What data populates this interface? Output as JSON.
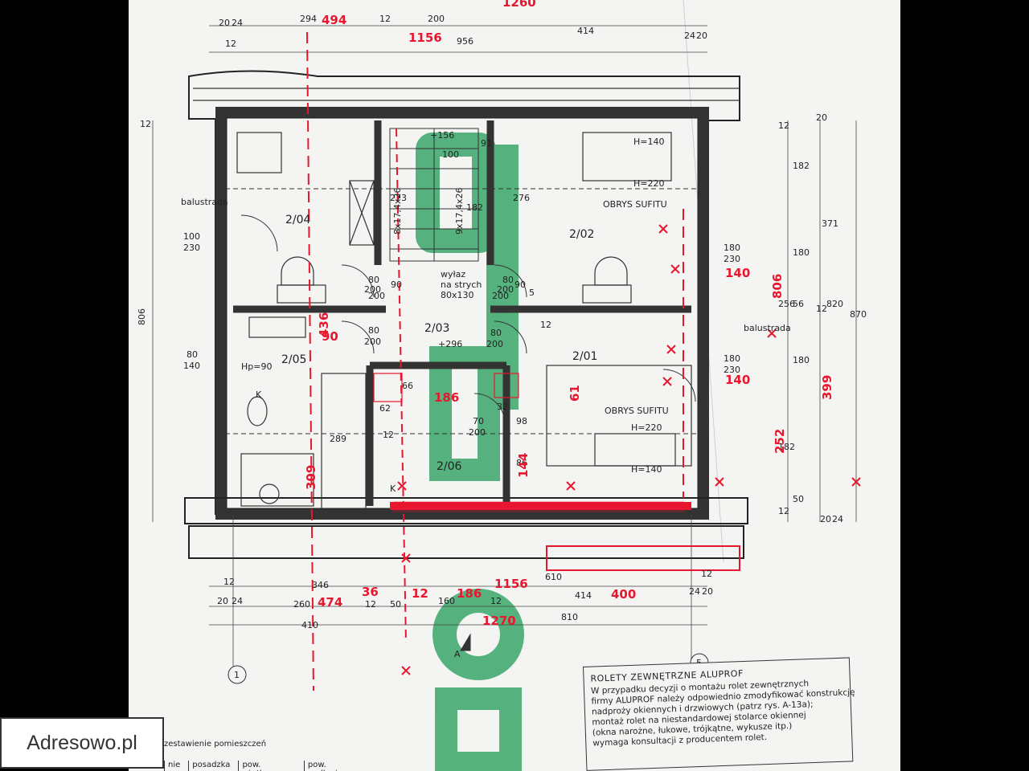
{
  "watermark": "Adresowo.pl",
  "plan": {
    "rooms": [
      {
        "id": "room-2-04",
        "label": "2/04"
      },
      {
        "id": "room-2-02",
        "label": "2/02"
      },
      {
        "id": "room-2-05",
        "label": "2/05"
      },
      {
        "id": "room-2-03",
        "label": "2/03"
      },
      {
        "id": "room-2-01",
        "label": "2/01"
      },
      {
        "id": "room-2-06",
        "label": "2/06"
      }
    ],
    "labels": {
      "balustrada_left": "balustrada",
      "balustrada_right": "balustrada",
      "obrys_top": "OBRYS SUFITU",
      "obrys_bottom": "OBRYS SUFITU",
      "wylaz1": "wyłaz",
      "wylaz2": "na strych",
      "wylaz3": "80x130",
      "stairs_left": "8x17,4x26",
      "stairs_right": "9x17,4x26",
      "level_top": "+156",
      "level_mid": "+296",
      "hp": "Hp=90",
      "h140_top": "H=140",
      "h220_top": "H=220",
      "h220_bot": "H=220",
      "h140_bot": "H=140",
      "axis1": "1",
      "axis5": "5",
      "section": "A",
      "k1": "K",
      "k2": "K"
    },
    "doors": [
      {
        "w": "100",
        "h": "230"
      },
      {
        "w": "80",
        "h": "140"
      },
      {
        "w": "80",
        "h": "200"
      },
      {
        "w": "80",
        "h": "200"
      },
      {
        "w": "80",
        "h": "200"
      },
      {
        "w": "80",
        "h": "200"
      },
      {
        "w": "180",
        "h": "230"
      },
      {
        "w": "180",
        "h": "230"
      },
      {
        "w": "70",
        "h": "200"
      }
    ],
    "dims_top": [
      "20",
      "24",
      "294",
      "12",
      "200",
      "414",
      "24",
      "20",
      "12",
      "956"
    ],
    "dims_bottom": [
      "12",
      "346",
      "20",
      "24",
      "260",
      "12",
      "50",
      "160",
      "12",
      "414",
      "610",
      "12",
      "24",
      "20",
      "410",
      "810"
    ],
    "dims_left": [
      "12",
      "806"
    ],
    "dims_right": [
      "12",
      "20",
      "182",
      "371",
      "180",
      "56",
      "256",
      "12",
      "820",
      "870",
      "180",
      "182",
      "12",
      "50",
      "20",
      "24"
    ],
    "dims_inner": [
      "273",
      "276",
      "100",
      "91",
      "182",
      "90",
      "90",
      "5",
      "12",
      "62",
      "32",
      "66",
      "12",
      "289",
      "86",
      "98",
      "200",
      "200"
    ],
    "annotations_red": [
      "494",
      "1156",
      "1260",
      "140",
      "806",
      "140",
      "399",
      "252",
      "436",
      "474",
      "36",
      "12",
      "186",
      "1156",
      "1270",
      "400",
      "309",
      "186",
      "144",
      "61"
    ]
  },
  "notes": {
    "title": "ROLETY ZEWNĘTRZNE ALUPROF",
    "lines": [
      "W przypadku decyzji o montażu rolet zewnętrznych",
      "firmy ALUPROF należy odpowiednio zmodyfikować konstrukcję",
      "nadproży okiennych i drzwiowych (patrz rys. A-13a);",
      "montaż rolet na niestandardowej stolarce okiennej",
      "(okna narożne, łukowe, trójkątne, wykusze itp.)",
      "wymaga konsultacji z producentem rolet."
    ]
  },
  "room_table": {
    "title": "zestawienie pomieszczeń",
    "cols": [
      "nie",
      "posadzka",
      "pow. użytkowa",
      "pow. podłogi"
    ]
  },
  "colors": {
    "red": "#e8172f",
    "green": "#3aa76a",
    "ink": "#222222"
  }
}
